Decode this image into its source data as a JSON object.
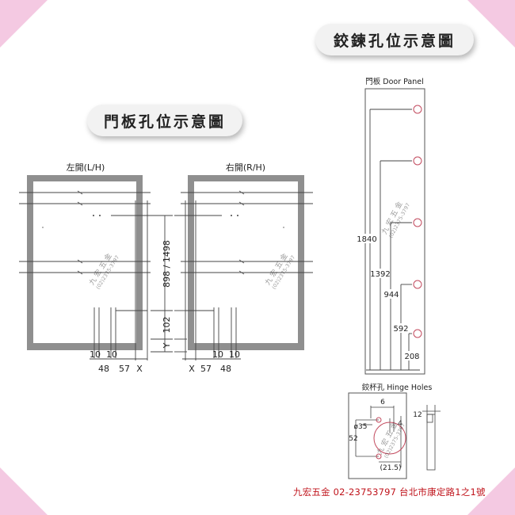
{
  "titles": {
    "hinge_diagram": "鉸鍊孔位示意圖",
    "door_diagram": "門板孔位示意圖"
  },
  "left_door": {
    "label": "左開(L/H)",
    "dim_vertical": "898 / 1498",
    "dim_102": "102",
    "dim_y": "Y",
    "dim_10a": "10",
    "dim_10b": "10",
    "dim_48": "48",
    "dim_57": "57",
    "dim_x": "X"
  },
  "right_door": {
    "label": "右開(R/H)",
    "dim_x": "X",
    "dim_57": "57",
    "dim_48": "48",
    "dim_10a": "10",
    "dim_10b": "10"
  },
  "door_panel": {
    "label": "門板 Door Panel",
    "heights": [
      "1840",
      "1392",
      "944",
      "592",
      "208"
    ]
  },
  "hinge_holes": {
    "label": "鉸杯孔 Hinge Holes",
    "dim_6": "6",
    "dim_4": "4",
    "dim_dia": "ø35",
    "dim_52": "52",
    "dim_215": "(21.5)",
    "dim_12": "12"
  },
  "watermark": {
    "name": "九宏五金",
    "phone": "(02)2375-3797"
  },
  "footer": "九宏五金  02-23753797  台北市康定路1之1號",
  "colors": {
    "frame": "#8f8f8f",
    "line": "#444444",
    "hinge_circle": "#c24a5e",
    "corner": "#f4c9e2",
    "footer": "#c0141c"
  }
}
